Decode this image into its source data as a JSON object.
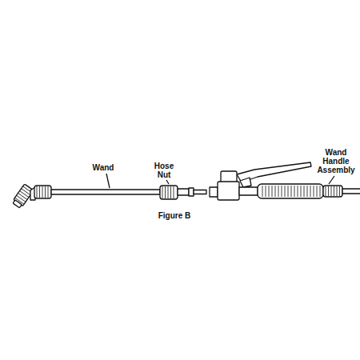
{
  "diagram": {
    "caption": "Figure B",
    "labels": [
      "Wand",
      "Hose Nut",
      "Wand Handle Assembly"
    ]
  }
}
